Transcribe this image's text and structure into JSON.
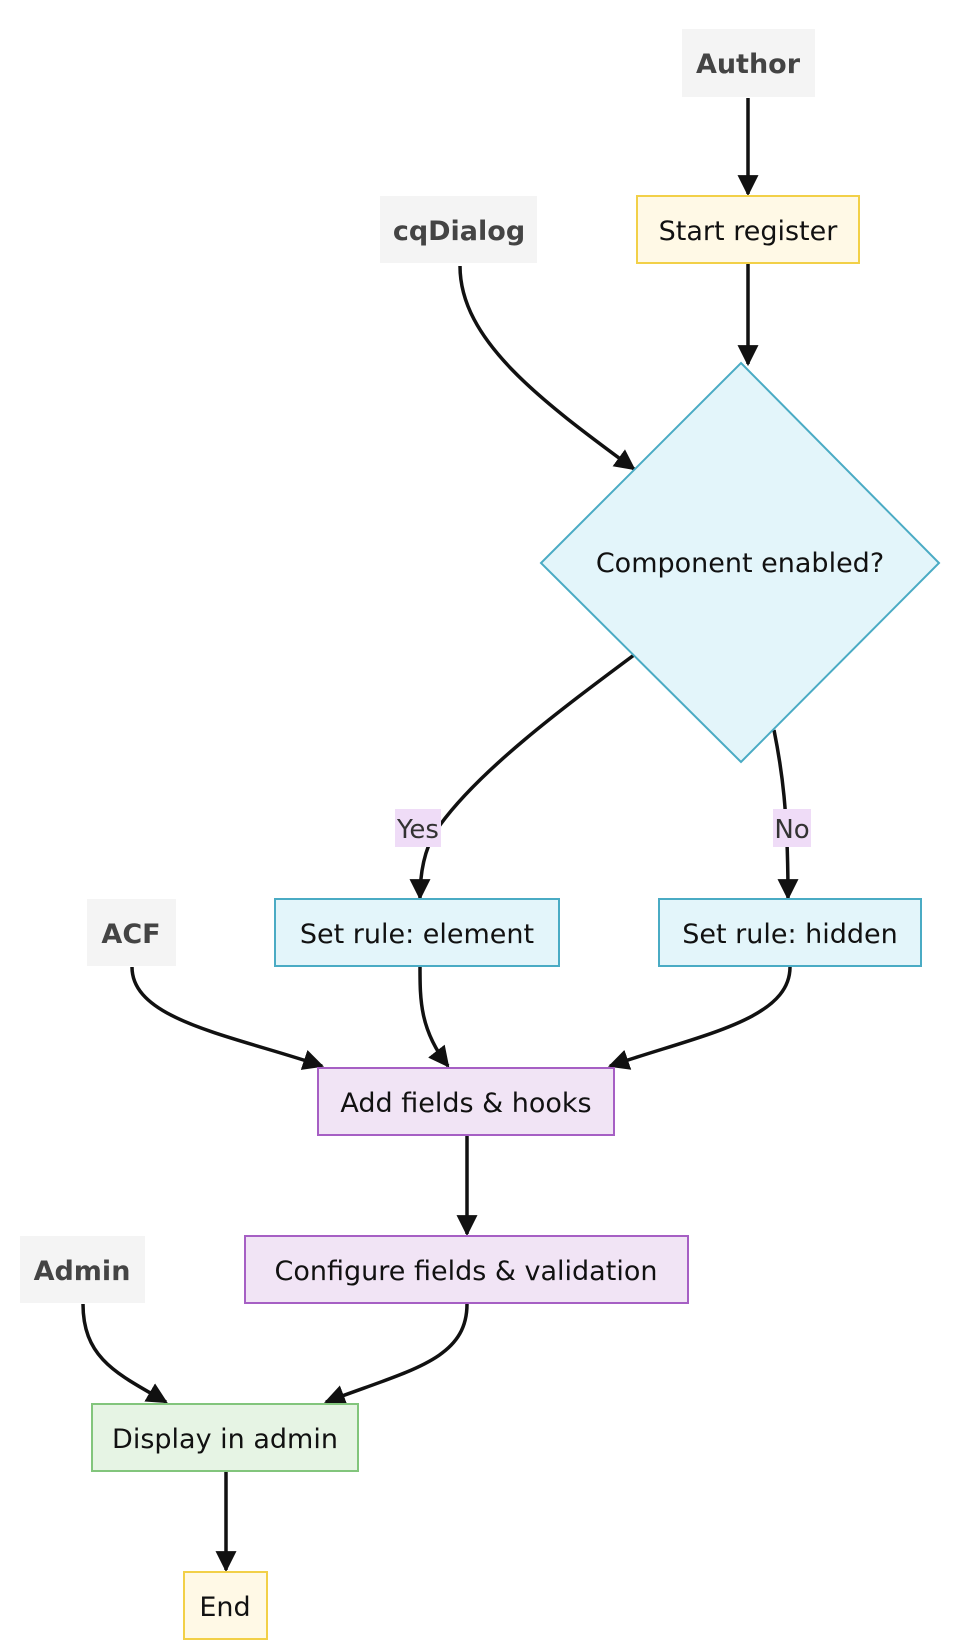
{
  "diagram": {
    "type": "flowchart",
    "direction": "top-down",
    "colors": {
      "actor_fill": "#f4f4f4",
      "actor_text": "#444444",
      "yellow_fill": "#fff9e6",
      "yellow_stroke": "#f2d048",
      "cyan_fill": "#e3f5fa",
      "cyan_stroke": "#4aabc4",
      "purple_fill": "#f1e4f5",
      "purple_stroke": "#a65fc4",
      "green_fill": "#e6f4e4",
      "green_stroke": "#82c57c",
      "edge_label_bg": "#efdcf7",
      "edge": "#111111"
    },
    "nodes": {
      "author": {
        "label": "Author",
        "kind": "actor"
      },
      "cqdialog": {
        "label": "cqDialog",
        "kind": "actor"
      },
      "start": {
        "label": "Start register",
        "kind": "terminal"
      },
      "decision": {
        "label": "Component enabled?",
        "kind": "decision"
      },
      "rule_element": {
        "label": "Set rule: element",
        "kind": "process"
      },
      "rule_hidden": {
        "label": "Set rule: hidden",
        "kind": "process"
      },
      "acf": {
        "label": "ACF",
        "kind": "actor"
      },
      "add_fields": {
        "label": "Add fields & hooks",
        "kind": "step"
      },
      "configure": {
        "label": "Configure fields & validation",
        "kind": "step"
      },
      "admin": {
        "label": "Admin",
        "kind": "actor"
      },
      "display": {
        "label": "Display in admin",
        "kind": "output"
      },
      "end": {
        "label": "End",
        "kind": "terminal"
      }
    },
    "edges": [
      {
        "from": "author",
        "to": "start",
        "label": ""
      },
      {
        "from": "start",
        "to": "decision",
        "label": ""
      },
      {
        "from": "cqdialog",
        "to": "decision",
        "label": ""
      },
      {
        "from": "decision",
        "to": "rule_element",
        "label": "Yes"
      },
      {
        "from": "decision",
        "to": "rule_hidden",
        "label": "No"
      },
      {
        "from": "acf",
        "to": "add_fields",
        "label": ""
      },
      {
        "from": "rule_element",
        "to": "add_fields",
        "label": ""
      },
      {
        "from": "rule_hidden",
        "to": "add_fields",
        "label": ""
      },
      {
        "from": "add_fields",
        "to": "configure",
        "label": ""
      },
      {
        "from": "admin",
        "to": "display",
        "label": ""
      },
      {
        "from": "configure",
        "to": "display",
        "label": ""
      },
      {
        "from": "display",
        "to": "end",
        "label": ""
      }
    ]
  }
}
